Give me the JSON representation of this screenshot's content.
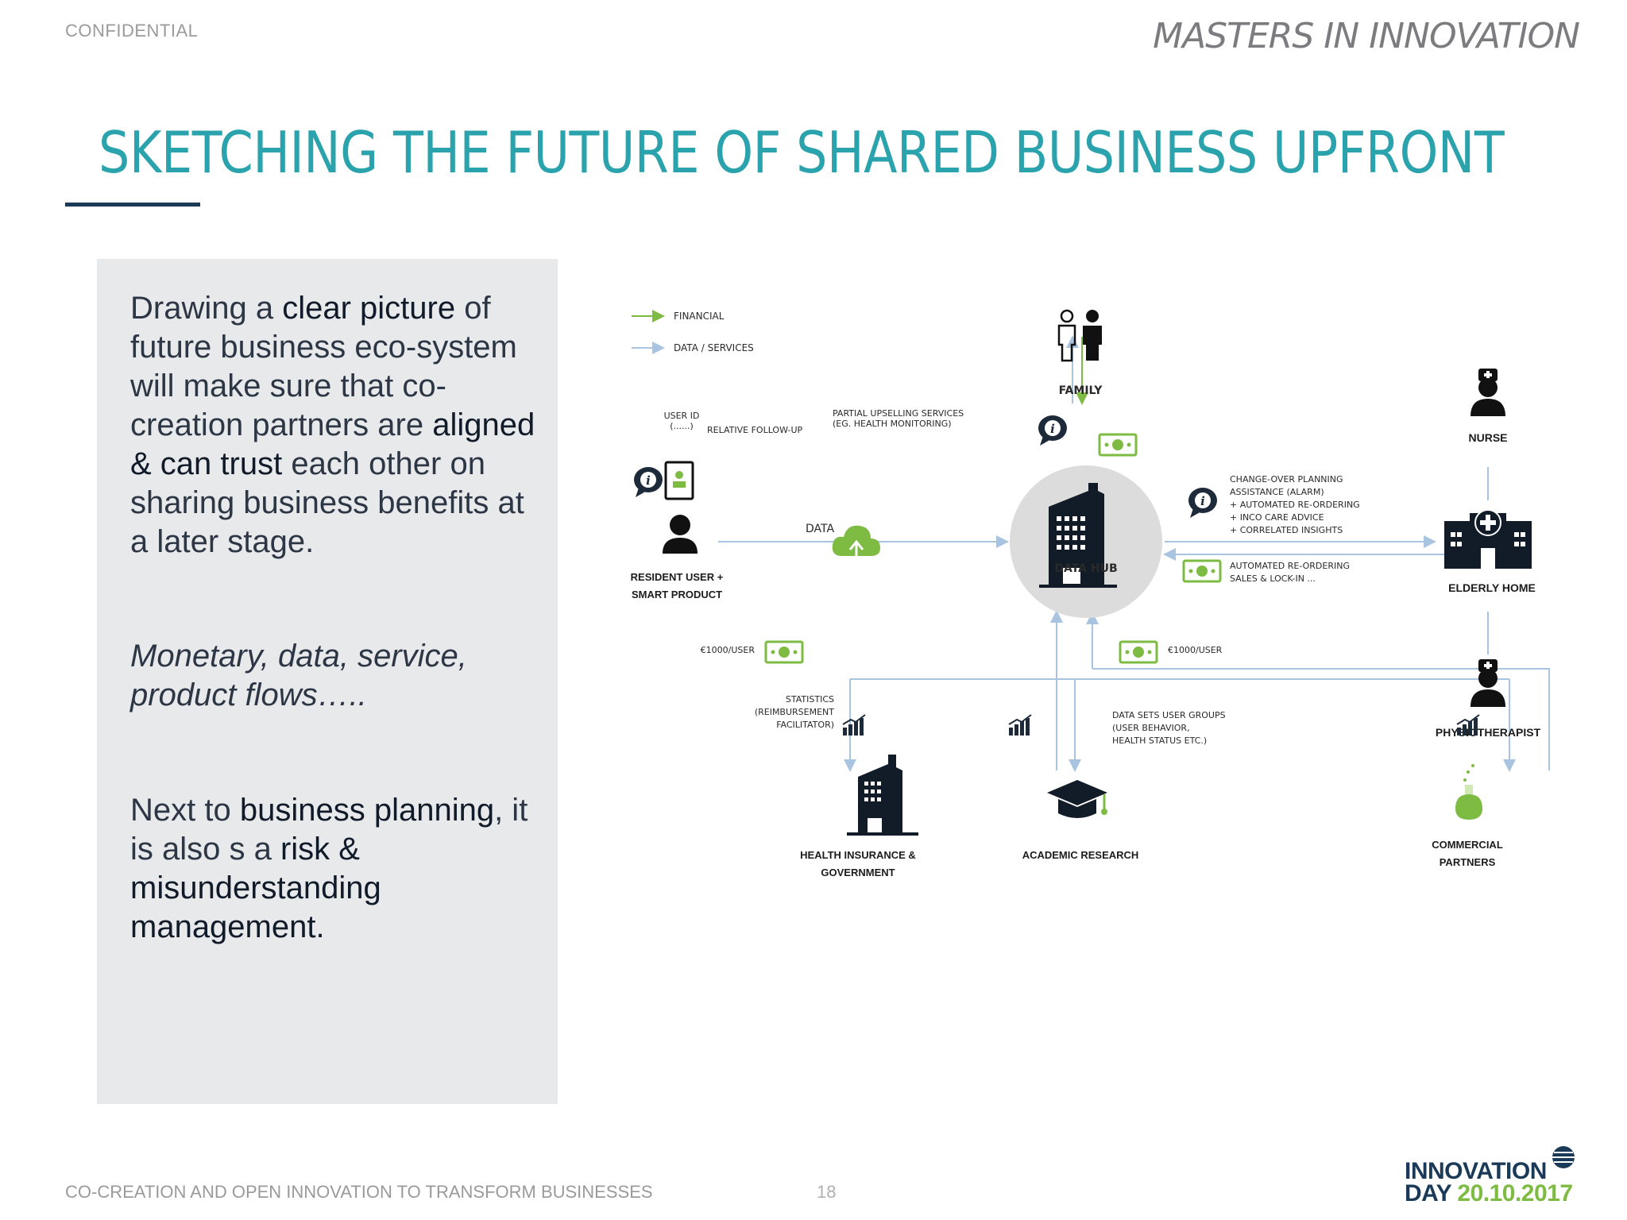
{
  "header": {
    "confidential": "CONFIDENTIAL",
    "brand": "MASTERS IN INNOVATION",
    "title": "SKETCHING THE FUTURE OF SHARED BUSINESS UPFRONT"
  },
  "panel": {
    "p1": [
      {
        "t": "Drawing a ",
        "b": false
      },
      {
        "t": "clear picture",
        "b": true
      },
      {
        "t": " of future business eco-system will make sure that  co-creation partners are ",
        "b": false
      },
      {
        "t": "aligned  & can trust",
        "b": true
      },
      {
        "t": " each other on sharing business benefits at a later stage.",
        "b": false
      }
    ],
    "p2": "Monetary, data, service, product flows…..",
    "p3": [
      {
        "t": "Next to ",
        "b": false
      },
      {
        "t": "business planning",
        "b": true
      },
      {
        "t": ", it is also s a ",
        "b": false
      },
      {
        "t": "risk & misunderstanding management.",
        "b": true
      }
    ]
  },
  "diagram": {
    "legend_financial": "FINANCIAL",
    "legend_data": "DATA / SERVICES",
    "user_id": "USER ID",
    "user_id_sub": "(......)",
    "resident_line1": "RESIDENT USER +",
    "resident_line2": "SMART PRODUCT",
    "data": "DATA",
    "data_hub": "DATA HUB",
    "family": "FAMILY",
    "relative": "RELATIVE FOLLOW-UP",
    "partial1": "PARTIAL UPSELLING SERVICES",
    "partial2": "(EG. HEALTH MONITORING)",
    "change1": "CHANGE-OVER PLANNING",
    "change2": "ASSISTANCE (ALARM)",
    "change3": "+ AUTOMATED RE-ORDERING",
    "change4": "+ INCO CARE ADVICE",
    "change5": "+ CORRELATED INSIGHTS",
    "auto1": "AUTOMATED RE-ORDERING",
    "auto2": "SALES & LOCK-IN ...",
    "nurse": "NURSE",
    "elderly": "ELDERLY HOME",
    "physio": "PHYSIOTHERAPIST",
    "price_left": "€1000/USER",
    "price_right": "€1000/USER",
    "stat1": "STATISTICS",
    "stat2": "(REIMBURSEMENT",
    "stat3": "FACILITATOR)",
    "ds1": "DATA SETS USER GROUPS",
    "ds2": "(USER BEHAVIOR,",
    "ds3": "HEALTH STATUS ETC.)",
    "health1": "HEALTH INSURANCE &",
    "health2": "GOVERNMENT",
    "academic": "ACADEMIC RESEARCH",
    "comm1": "COMMERCIAL",
    "comm2": "PARTNERS"
  },
  "footer": {
    "text": "CO-CREATION AND OPEN INNOVATION TO TRANSFORM BUSINESSES",
    "page": "18",
    "logo_line1": "INNOVATION",
    "logo_day": "DAY ",
    "logo_date": "20.10.2017"
  },
  "colors": {
    "accent": "#2ba3ad",
    "navy": "#1b3a57",
    "green": "#7dbb42",
    "flow_data": "#a9c4e0",
    "panel_bg": "#e8e9eb"
  }
}
